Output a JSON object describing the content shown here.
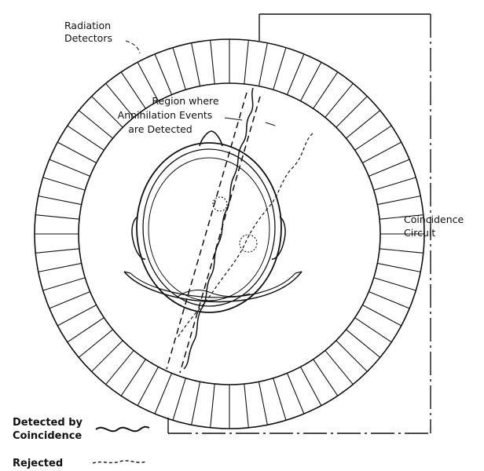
{
  "labels": {
    "detectors_line1": "Radiation",
    "detectors_line2": "Detectors",
    "region_line1": "Region where",
    "region_line2": "Annihilation Events",
    "region_line3": "are Detected",
    "circuit_line1": "Coincidence",
    "circuit_line2": "Circuit"
  },
  "legend": {
    "detected_line1": "Detected by",
    "detected_line2": "Coincidence",
    "rejected": "Rejected"
  },
  "detector_count": 64,
  "colors": {
    "ink": "#111111",
    "background": "#ffffff"
  }
}
